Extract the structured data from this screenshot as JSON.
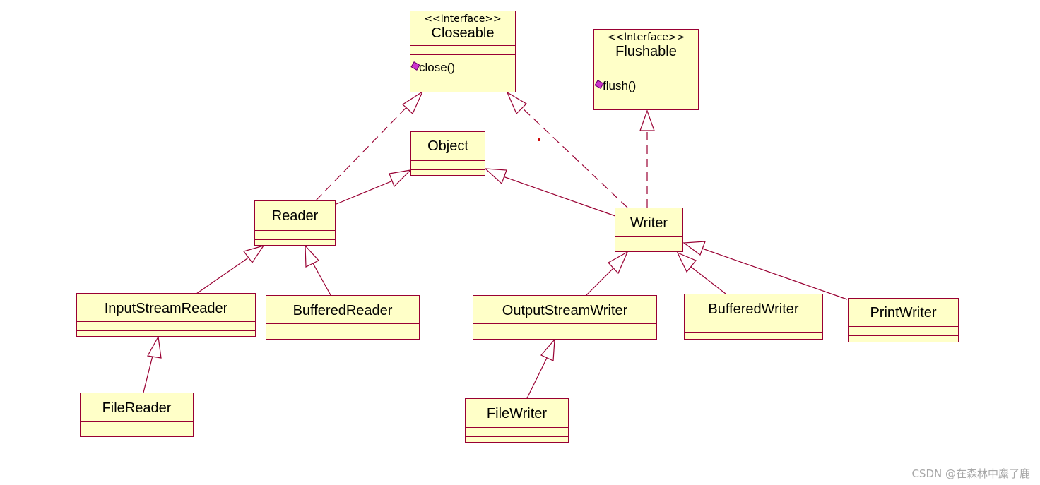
{
  "interfaces": {
    "closeable": {
      "stereotype": "<<Interface>>",
      "name": "Closeable",
      "operation": "close()"
    },
    "flushable": {
      "stereotype": "<<Interface>>",
      "name": "Flushable",
      "operation": "flush()"
    }
  },
  "classes": {
    "object": "Object",
    "reader": "Reader",
    "writer": "Writer",
    "input_stream_reader": "InputStreamReader",
    "buffered_reader": "BufferedReader",
    "file_reader": "FileReader",
    "output_stream_writer": "OutputStreamWriter",
    "buffered_writer": "BufferedWriter",
    "print_writer": "PrintWriter",
    "file_writer": "FileWriter"
  },
  "colors": {
    "border": "#990033",
    "fill": "#ffffc8",
    "line": "#990033",
    "icon": "#cc33cc"
  },
  "watermark": "CSDN @在森林中麋了鹿"
}
